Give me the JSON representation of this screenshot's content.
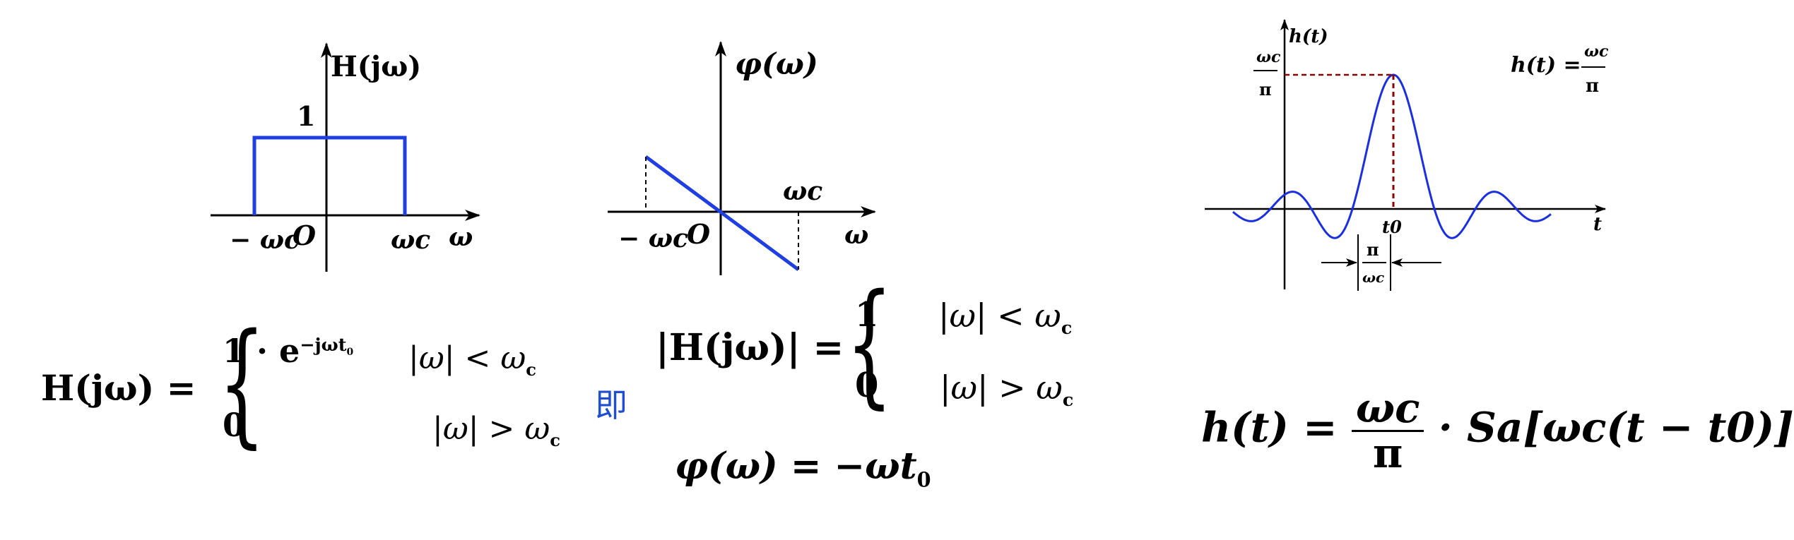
{
  "magnitude_plot": {
    "y_label": "H(jω)",
    "level_label": "1",
    "neg_cutoff_label": "− ωc",
    "origin_label": "O",
    "pos_cutoff_label": "ωc",
    "x_label": "ω",
    "series_color": "#1f3fe0"
  },
  "phase_plot": {
    "y_label": "φ(ω)",
    "cutoff_label": "ωc",
    "neg_cutoff_label": "− ωc",
    "origin_label": "O",
    "x_label": "ω"
  },
  "impulse_plot": {
    "y_label": "h(t)",
    "peak_num": "ωc",
    "peak_den": "π",
    "eq_lhs": "h(t) =",
    "eq_num": "ωc",
    "eq_den": "π",
    "t0_label": "t0",
    "x_label": "t",
    "width_num": "π",
    "width_den": "ωc",
    "dash_color": "#8b0000"
  },
  "equations": {
    "H_lhs": "H(jω) =",
    "case1_value": "1 · e",
    "case1_exp": "−jωt",
    "case1_exp_sub": "0",
    "case1_cond": "|ω| < ω",
    "case1_cond_sub": "c",
    "case2_value": "0",
    "case2_cond": "|ω| > ω",
    "case2_cond_sub": "c",
    "ji": "即",
    "mag_lhs": "|H(jω)| =",
    "mag_case1_value": "1",
    "mag_case1_cond": "|ω| < ω",
    "mag_case1_cond_sub": "c",
    "mag_case2_value": "0",
    "mag_case2_cond": "|ω| > ω",
    "mag_case2_cond_sub": "c",
    "phase_eq": "φ(ω) = −ωt",
    "phase_eq_sub": "0",
    "h_eq_lhs": "h(t) =",
    "h_eq_num": "ωc",
    "h_eq_den": "π",
    "h_eq_rhs": "· Sa[ωc(t − t0)]"
  }
}
